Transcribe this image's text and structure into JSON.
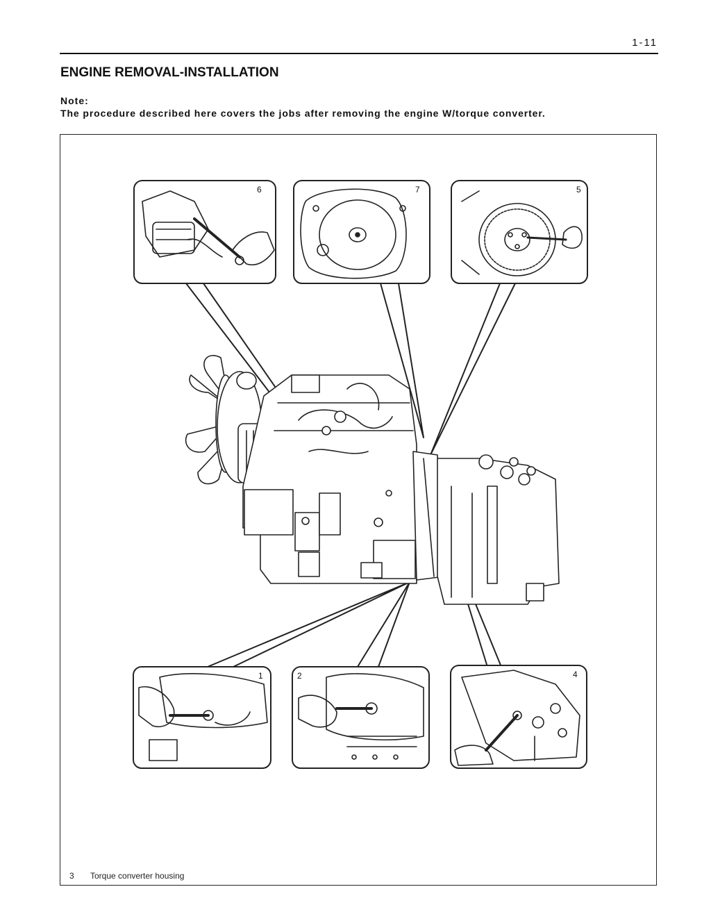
{
  "header": {
    "page_number": "1-11"
  },
  "section": {
    "title": "ENGINE REMOVAL-INSTALLATION",
    "note_label": "Note:",
    "note_text": "The procedure described here covers the jobs after removing the engine W/torque converter."
  },
  "figure": {
    "insets": [
      {
        "number": "6"
      },
      {
        "number": "7"
      },
      {
        "number": "5"
      },
      {
        "number": "1"
      },
      {
        "number": "2"
      },
      {
        "number": "4"
      }
    ],
    "caption": {
      "number": "3",
      "text": "Torque converter housing"
    }
  }
}
